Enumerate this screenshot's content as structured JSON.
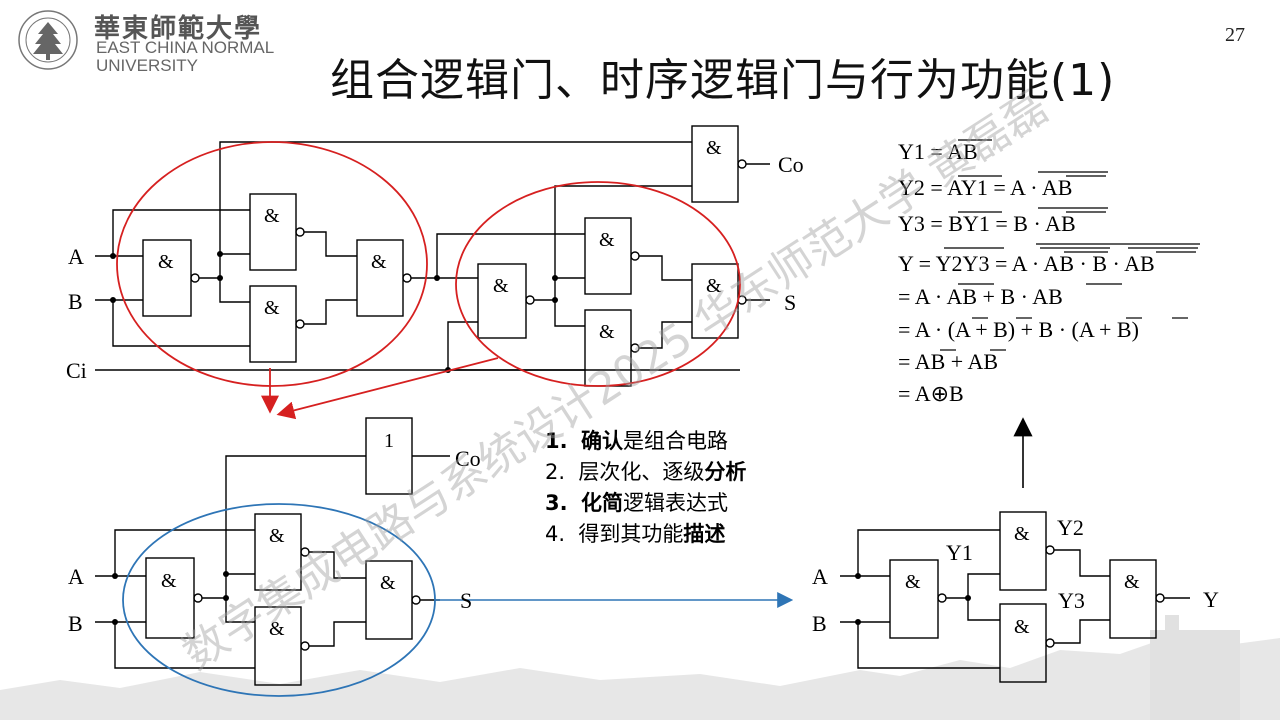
{
  "logo": {
    "cn": "華東師範大學",
    "en_line1": "EAST CHINA NORMAL",
    "en_line2": "UNIVERSITY",
    "emblem_icon": "pine-tree-emblem-icon"
  },
  "slide": {
    "title": "组合逻辑门、时序逻辑门与行为功能(1)",
    "page_number": "27",
    "watermark": "数字集成电路与系统设计2025 华东师范大学 黄磊磊"
  },
  "gate_symbols": {
    "and": "&",
    "or": "1"
  },
  "circuit_top": {
    "inputs": [
      "A",
      "B",
      "Ci"
    ],
    "outputs": [
      "Co",
      "S"
    ]
  },
  "circuit_bottom": {
    "inputs": [
      "A",
      "B"
    ],
    "outputs": [
      "Co",
      "S"
    ]
  },
  "circuit_right": {
    "inputs": [
      "A",
      "B"
    ],
    "outputs": [
      "Y"
    ],
    "nodes": [
      "Y1",
      "Y2",
      "Y3"
    ]
  },
  "steps": [
    {
      "num": "1.",
      "parts": [
        {
          "text": "确认",
          "bold": true
        },
        {
          "text": "是组合电路",
          "bold": false
        }
      ],
      "num_bold": true
    },
    {
      "num": "2.",
      "parts": [
        {
          "text": "层次化、逐级",
          "bold": false
        },
        {
          "text": "分析",
          "bold": true
        }
      ],
      "num_bold": false
    },
    {
      "num": "3.",
      "parts": [
        {
          "text": "化简",
          "bold": true
        },
        {
          "text": "逻辑表达式",
          "bold": false
        }
      ],
      "num_bold": true
    },
    {
      "num": "4.",
      "parts": [
        {
          "text": "得到其功能",
          "bold": false
        },
        {
          "text": "描述",
          "bold": true
        }
      ],
      "num_bold": false
    }
  ],
  "equations": [
    {
      "lhs": "Y1 = ",
      "rhs": "AB"
    },
    {
      "lhs": "Y2 = ",
      "rhs": "AY1 = A · AB"
    },
    {
      "lhs": "Y3 = ",
      "rhs": "BY1 = B · AB"
    },
    {
      "lhs": "Y = ",
      "rhs": "Y2Y3 = A · AB · B · AB"
    },
    {
      "lhs": "= ",
      "rhs": "A · AB + B · AB"
    },
    {
      "lhs": "= ",
      "rhs": "A · (A + B) + B · (A + B)"
    },
    {
      "lhs": "= ",
      "rhs": "AB + AB"
    },
    {
      "lhs": "= ",
      "rhs": "A⊕B"
    }
  ],
  "colors": {
    "highlight_red": "#d62020",
    "highlight_blue": "#2e75b6",
    "arrow_blue": "#2e75b6",
    "wire": "#000000"
  }
}
